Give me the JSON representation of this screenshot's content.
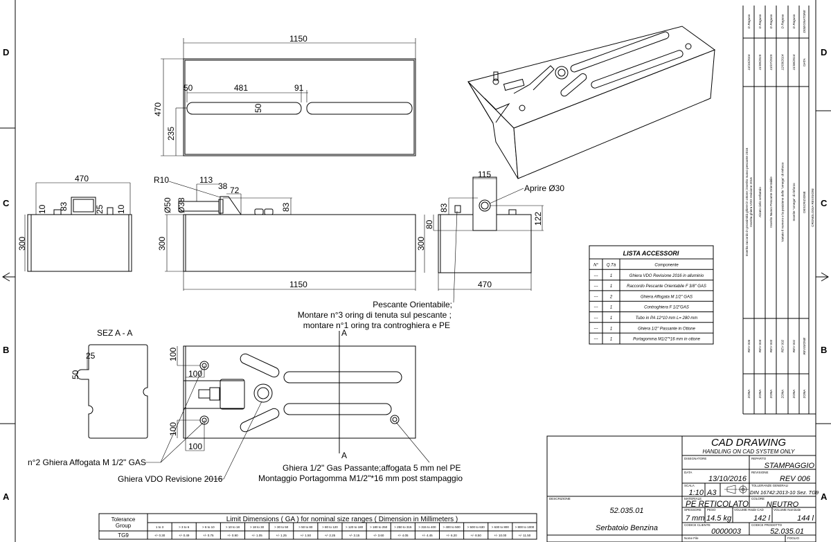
{
  "zones": {
    "left": [
      "D",
      "C",
      "B",
      "A"
    ],
    "right": [
      "D",
      "C",
      "B",
      "A"
    ]
  },
  "top_view": {
    "overall_length": "1150",
    "width": "470",
    "d_50": "50",
    "d_481": "481",
    "d_91": "91",
    "slot_width": "50",
    "d_235": "235"
  },
  "side_view": {
    "width": "470",
    "height": "300",
    "d_83": "83",
    "d_10a": "10",
    "d_25": "25",
    "d_10b": "10"
  },
  "front_view": {
    "radius": "R10",
    "d_113": "113",
    "d_38": "38",
    "d_72": "72",
    "dia_50": "Ø50",
    "dia_38": "Ø38",
    "d_83": "83",
    "height": "300",
    "length": "1150"
  },
  "end_view": {
    "d_115": "115",
    "open_label": "Aprire Ø30",
    "d_83": "83",
    "d_80": "80",
    "height": "300",
    "d_122": "122",
    "width": "470"
  },
  "section": {
    "title": "SEZ A - A",
    "d_25": "25",
    "d_50": "50",
    "marker_top": "A",
    "marker_bottom": "A"
  },
  "bottom_view": {
    "d_100a": "100",
    "d_100b": "100",
    "d_100c": "100",
    "d_100d": "100"
  },
  "notes": {
    "pescante_1": "Pescante Orientabile;",
    "pescante_2": "Montare n°3 oring di tenuta sul pescante ;",
    "pescante_3": "montare n°1 oring tra controghiera e PE",
    "ghiera_affogata": "n°2 Ghiera Affogata M 1/2\" GAS",
    "ghiera_vdo": "Ghiera VDO Revisione 2016",
    "ghiera_passante_1": "Ghiera 1/2\" Gas Passante;affogata 5 mm nel PE",
    "ghiera_passante_2": "Montaggio Portagomma M1/2\"*16 mm post stampaggio"
  },
  "accessories": {
    "title": "LISTA ACCESSORI",
    "headers": [
      "N°",
      "Q.Tà",
      "Componente"
    ],
    "rows": [
      [
        "---",
        "1",
        "Ghiera VDO Revisione 2016 in alluminio"
      ],
      [
        "---",
        "1",
        "Raccordo Pescante Orientabile F 3/8\" GAS"
      ],
      [
        "---",
        "2",
        "Ghiera Affogata M 1/2\" GAS"
      ],
      [
        "---",
        "1",
        "Controghiera F 1/2\"GAS"
      ],
      [
        "---",
        "1",
        "Tubo in PA 12*10 mm L= 280 mm"
      ],
      [
        "---",
        "1",
        "Ghiera 1/2\" Passante  in  Ottone"
      ],
      [
        "---",
        "1",
        "Portagomma M1/2\"*16 mm in ottone"
      ]
    ]
  },
  "revisions": {
    "title": "CRONOLOGIA REVISIONI",
    "headers": [
      "ZONA",
      "REVISIONE",
      "DESCRIZIONE",
      "DATA",
      "DISEGNATORE"
    ],
    "rows": [
      [
        "ZONA",
        "REV 006",
        "Inserita raccordo in prossimità ghiere in ottone; inserito nuovo pescante 2016",
        "Inserita ghiera VDO revisione 2016",
        "13/10/2016",
        "D Ragusa"
      ],
      [
        "ZONA",
        "REV 004",
        "Alzato cielo serbatoio",
        "",
        "11/09/2015",
        "D Ragusa"
      ],
      [
        "ZONA",
        "REV 003",
        "Inserito Nuovo Pescante Orientabile",
        "",
        "13/07/2015",
        "D Ragusa"
      ],
      [
        "ZONA",
        "REV 002",
        "Variato il numero e la posizione delle \"omega\" di rinforzo",
        "",
        "12/09/2014",
        "D Ragusa"
      ],
      [
        "ZONA",
        "REV 001",
        "Inserite \"omega\" di rinforzo",
        "",
        "11/08/2014",
        "D Ragusa"
      ]
    ]
  },
  "title_block": {
    "heading": "CAD   DRAWING",
    "subheading": "HANDLING  ON  CAD SYSTEM  ONLY",
    "disegnatore_label": "DISEGNATORE",
    "disegnatore": "",
    "reparto_label": "REPARTO",
    "reparto": "STAMPAGGIO",
    "data_label": "DATA",
    "data": "13/10/2016",
    "revisione_label": "REVISIONE",
    "revisione": "REV 006",
    "scala_label": "SCALA",
    "scala": "1:10",
    "formato": "A3",
    "tolleranze_label": "TOLLERANZE GENERALI",
    "tolleranze": "DIN 16742:2013-10 Sez. TG9",
    "descrizione_label": "DESCRIZIONE",
    "codice": "52.035.01",
    "descrizione": "Serbatoio Benzina",
    "materiale_label": "MATERIALE",
    "materiale": "PE RETICOLATO",
    "colore_label": "COLORE",
    "colore": "NEUTRO",
    "spessore_label": "SPESSORE",
    "spessore": "7 mm",
    "peso_label": "PESO",
    "peso": "14.5 kg",
    "vol_reale_label": "VOLUME Reale CAD",
    "vol_reale": "142 l",
    "vol_nominale_label": "VOLUME Nominale",
    "vol_nominale": "144 l",
    "codice_cliente_label": "CODICE CLIENTE",
    "codice_cliente": "0000003",
    "codice_prodotto_label": "CODICE PRODOTTO",
    "codice_prodotto": "52.035.01",
    "nome_file_label": "Nome File",
    "foglio_label": "FOGLIO"
  },
  "tolerance": {
    "group_header": "Tolerance Group",
    "title": "Limit Dimensions ( GA ) for nominal size ranges ( Dimension in Millimeters )",
    "group": "TG9",
    "ranges": [
      "1 to 3",
      "> 3 to 6",
      "> 6 to 10",
      "> 10 to 18",
      "> 18 to 30",
      "> 30 to 50",
      "> 50 to 80",
      "> 80 to 120",
      "> 120 to 180",
      "> 180 to 250",
      "> 250 to 315",
      "> 315 to 400",
      "> 400 to 500",
      "> 500 to 630",
      "> 630 to 800",
      "> 800 to 1000"
    ],
    "values": [
      "+/- 0.30",
      "+/- 0.49",
      "+/- 0.75",
      "+/- 0.90",
      "+/- 1.05",
      "+/- 1.25",
      "+/- 1.50",
      "+/- 2.25",
      "+/- 3.15",
      "+/- 3.60",
      "+/- 4.05",
      "+/- 4.45",
      "+/- 6.20",
      "+/- 8.50",
      "+/- 10.00",
      "+/- 11.50"
    ]
  }
}
